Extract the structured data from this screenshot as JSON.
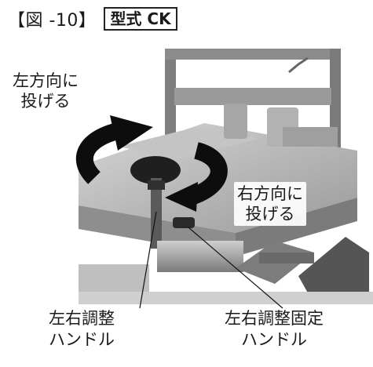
{
  "figure": {
    "label": "【図 -10】",
    "model": "型式 CK"
  },
  "callouts": {
    "throw_left": [
      "左方向に",
      "投げる"
    ],
    "throw_right": [
      "右方向に",
      "投げる"
    ]
  },
  "labels": {
    "lr_adjust_handle": [
      "左右調整",
      "ハンドル"
    ],
    "lr_adjust_lock_handle": [
      "左右調整固定",
      "ハンドル"
    ]
  },
  "colors": {
    "arrow": "#0d0d0d",
    "machine_metal": "#b8b8b8",
    "machine_dark": "#6a6a6a"
  }
}
